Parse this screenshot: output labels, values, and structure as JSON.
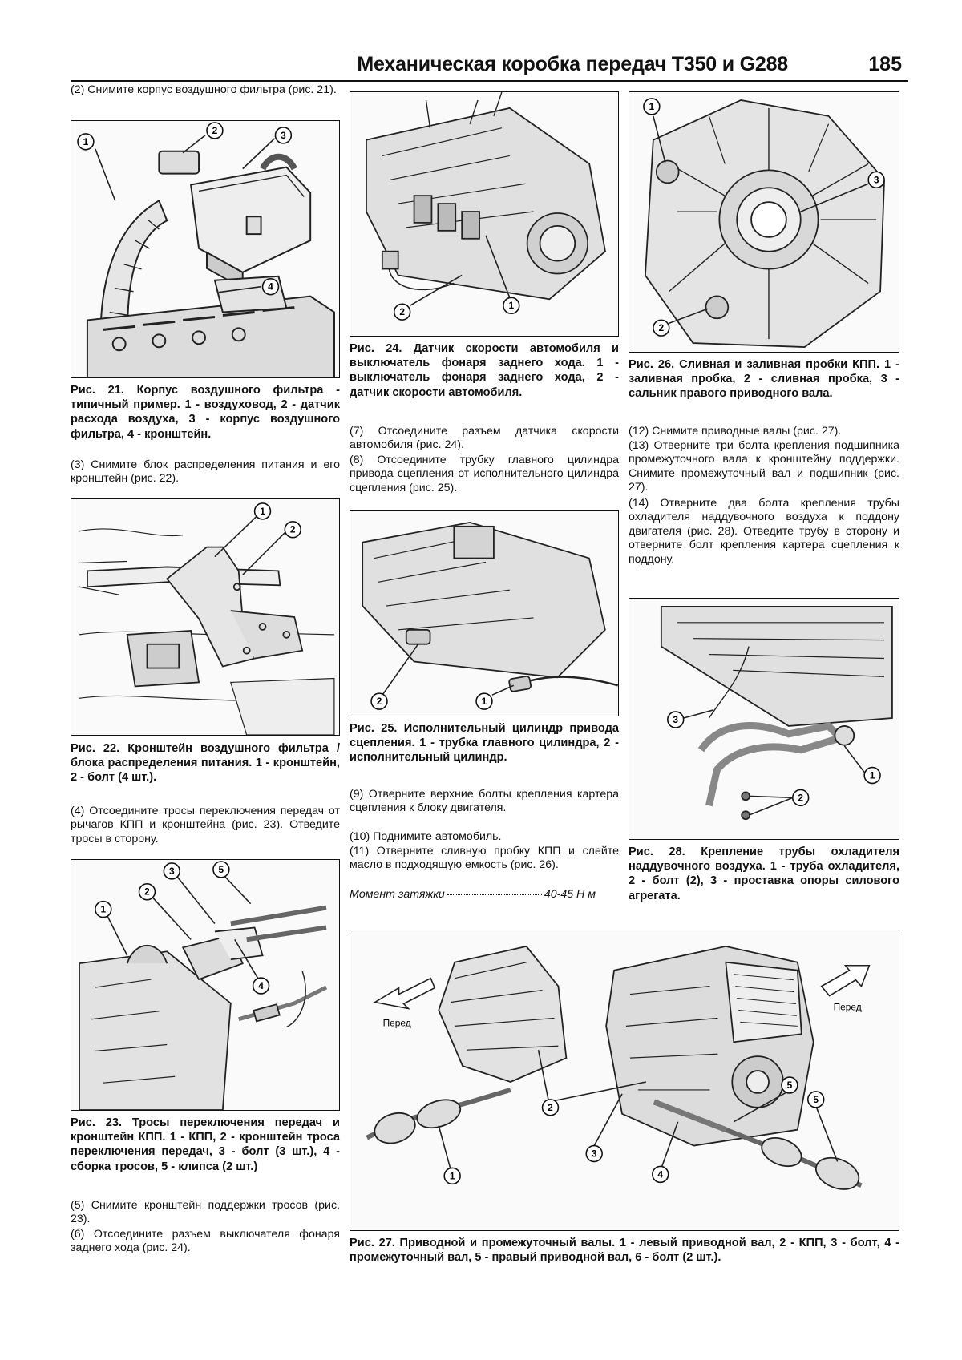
{
  "header": {
    "title": "Механическая коробка передач Т350 и G288",
    "page": "185"
  },
  "col1": {
    "t1": "(2) Снимите корпус воздушного фильтра (рис. 21).",
    "cap21": "Рис. 21. Корпус воздушного фильтра - типичный пример. 1 - воздуховод, 2 - датчик расхода воздуха, 3 - корпус воздушного фильтра, 4 - кронштейн.",
    "t2": "(3) Снимите блок распределения питания и его кронштейн (рис. 22).",
    "cap22": "Рис. 22. Кронштейн воздушного фильтра / блока распределения питания. 1 - кронштейн, 2 - болт (4 шт.).",
    "t3": "(4) Отсоедините тросы переключения передач от рычагов КПП и кронштейна (рис. 23). Отведите тросы в сторону.",
    "cap23": "Рис. 23. Тросы переключения передач и кронштейн КПП. 1 - КПП, 2 - кронштейн троса переключения передач, 3 - болт (3 шт.), 4 - сборка тросов, 5 - клипса (2 шт.)",
    "t4": "(5) Снимите кронштейн поддержки тросов (рис. 23).",
    "t5": "(6) Отсоедините разъем выключателя фонаря заднего хода (рис. 24)."
  },
  "col2": {
    "cap24": "Рис. 24. Датчик скорости автомобиля и выключатель фонаря заднего хода. 1 - выключатель фонаря заднего хода, 2 - датчик скорости автомобиля.",
    "t1": "(7) Отсоедините разъем датчика скорости автомобиля (рис. 24).",
    "t2": "(8) Отсоедините трубку главного цилиндра привода сцепления от исполнительного цилиндра сцепления (рис. 25).",
    "cap25": "Рис. 25. Исполнительный цилиндр привода сцепления. 1 - трубка главного цилиндра, 2 - исполнительный цилиндр.",
    "t3": "(9) Отверните верхние болты крепления картера сцепления к блоку двигателя.",
    "t4": "(10) Поднимите автомобиль.",
    "t5": "(11) Отверните сливную пробку КПП и слейте масло в подходящую емкость (рис. 26).",
    "torque_label": "Момент затяжки",
    "torque_value": "40-45 Н м"
  },
  "col3": {
    "cap26": "Рис. 26. Сливная и заливная пробки КПП. 1 - заливная пробка, 2 - сливная пробка, 3 - сальник правого приводного вала.",
    "t1": "(12) Снимите приводные валы (рис. 27).",
    "t2": "(13) Отверните три болта крепления подшипника промежуточного вала к кронштейну поддержки. Снимите промежуточный вал и подшипник (рис. 27).",
    "t3": "(14) Отверните два болта крепления трубы охладителя наддувочного воздуха к поддону двигателя (рис. 28). Отведите трубу в сторону и отверните болт крепления картера сцепления к поддону.",
    "cap28": "Рис. 28. Крепление трубы охладителя наддувочного воздуха. 1 - труба охладителя, 2 - болт (2), 3 - проставка опоры силового агрегата."
  },
  "fig27": {
    "cap": "Рис. 27. Приводной и промежуточный валы. 1 - левый приводной вал, 2 - КПП, 3 - болт, 4 - промежуточный вал, 5 - правый приводной вал, 6 - болт (2 шт.).",
    "front_left": "Перед",
    "front_right": "Перед"
  },
  "callouts": {
    "n1": "1",
    "n2": "2",
    "n3": "3",
    "n4": "4",
    "n5": "5"
  }
}
